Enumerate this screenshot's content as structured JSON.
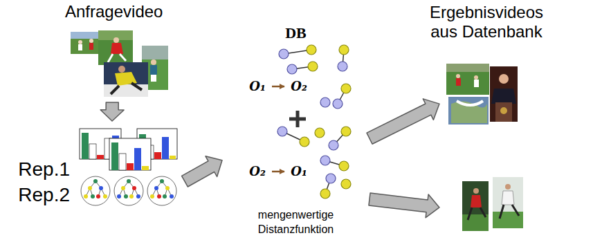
{
  "diagram": {
    "nodes": [
      {
        "text": [
          "Anfragevideo"
        ]
      },
      {
        "text": [
          "Rep.1",
          "Rep.2"
        ]
      },
      {
        "text": [
          "DB",
          "mengenwertige Distanzfunktion"
        ]
      },
      {
        "text": [
          "O₁"
        ],
        "in": 2
      },
      {
        "text": [
          "O₂"
        ],
        "in": 2
      },
      {
        "text": [
          "O₂"
        ],
        "in": 2
      },
      {
        "text": [
          "O₁"
        ],
        "in": 2
      },
      {
        "text": [
          "Ergebnisvideos aus Datenbank"
        ]
      },
      {
        "text": []
      }
    ],
    "edges": [
      {
        "from": 0,
        "to": 1,
        "arrow": "to"
      },
      {
        "from": 1,
        "to": 2,
        "arrow": "to"
      },
      {
        "from": 3,
        "to": 4,
        "arrow": "to"
      },
      {
        "from": 5,
        "to": 6,
        "arrow": "to"
      },
      {
        "from": 2,
        "to": 7,
        "arrow": "to"
      },
      {
        "from": 2,
        "to": 8,
        "arrow": "to"
      }
    ]
  }
}
